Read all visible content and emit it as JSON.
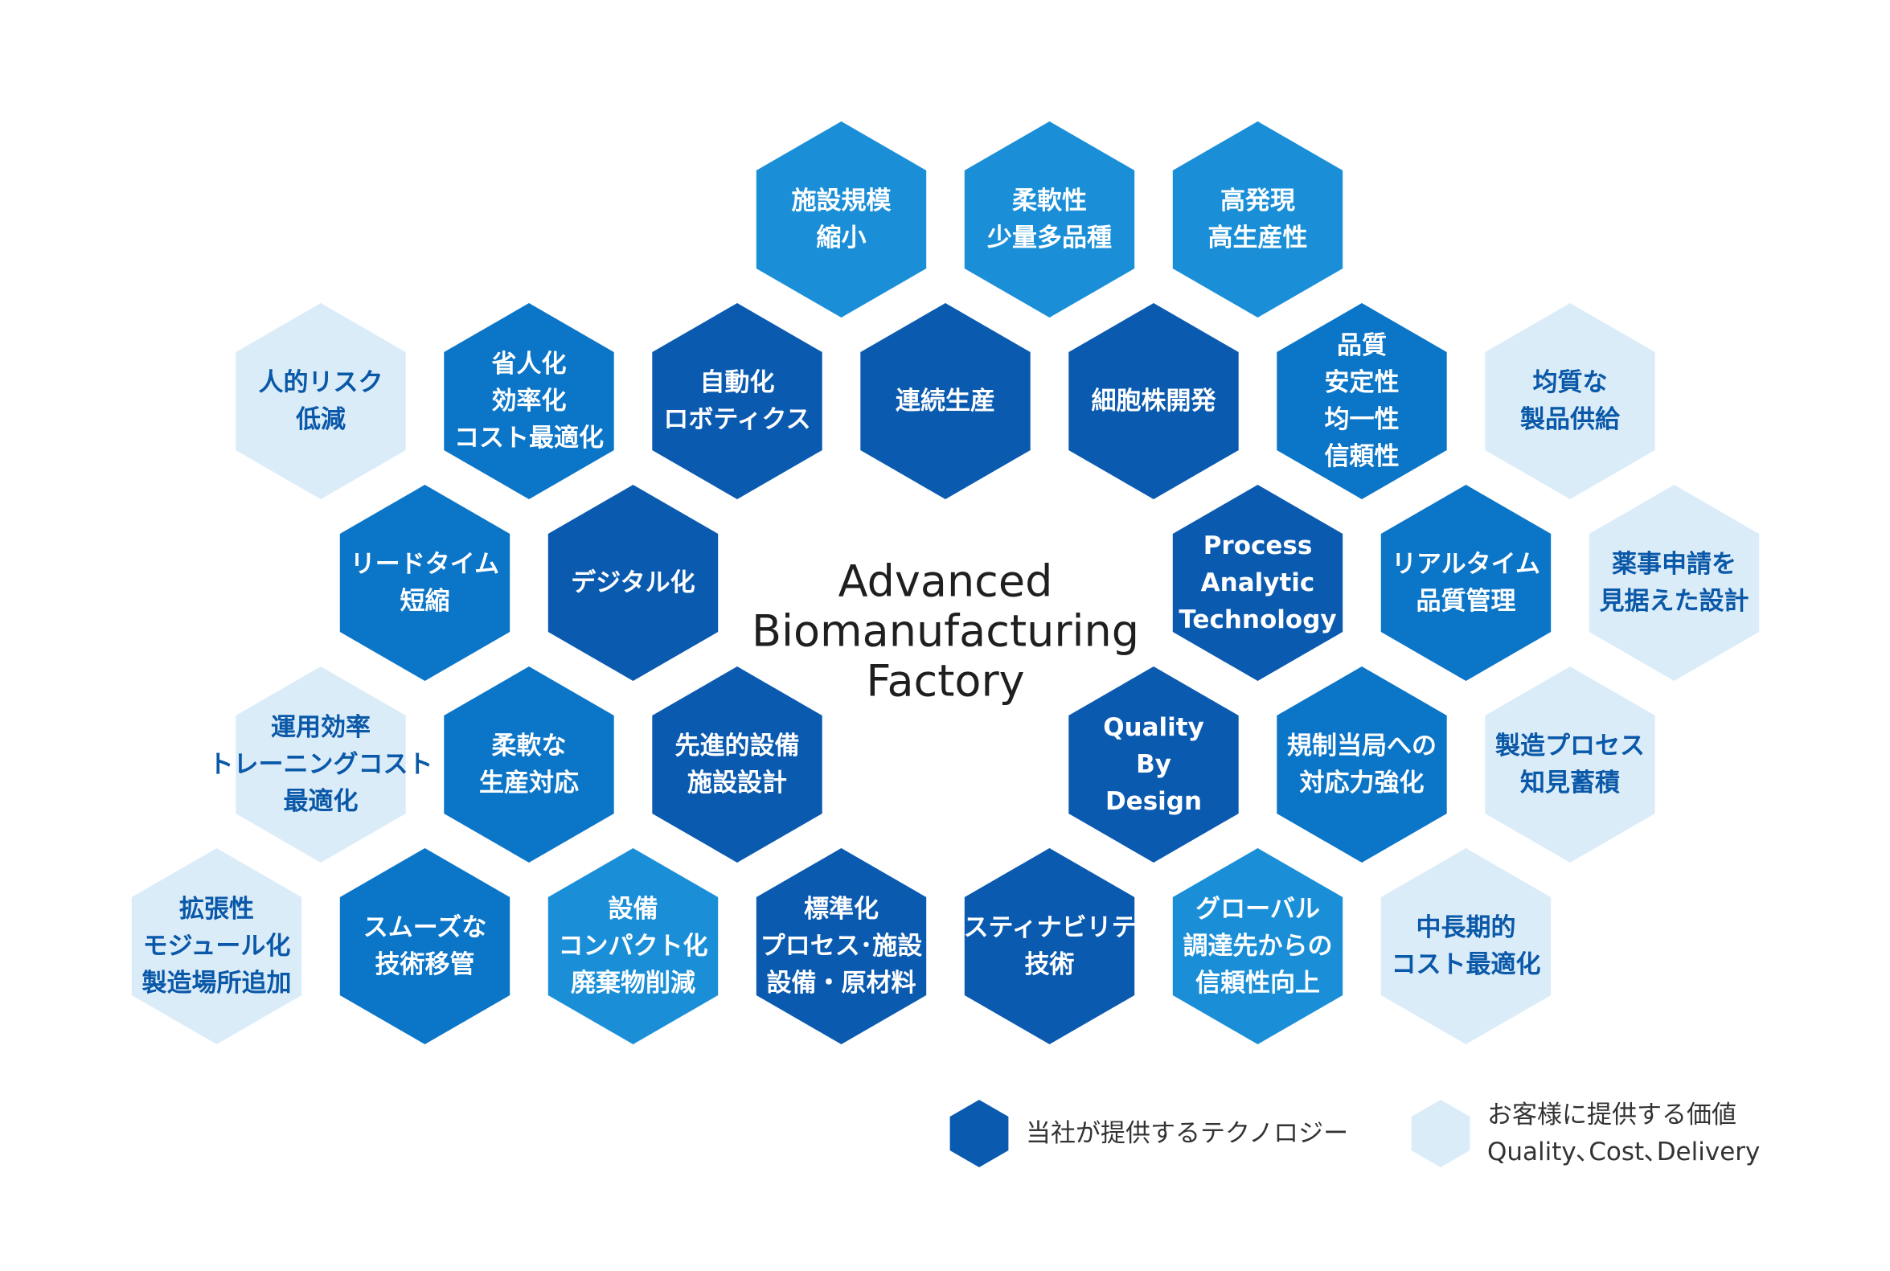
{
  "colors": {
    "tech": "#0a5ab0",
    "blue": "#0b75c8",
    "mid": "#1a8fd8",
    "light": "#dbecf9",
    "light_text": "#0a58a8",
    "white_text": "#ffffff"
  },
  "center": {
    "lines": [
      "Advanced",
      "Biomanufacturing",
      "Factory"
    ]
  },
  "hexagons": [
    {
      "id": "facility-scale",
      "col": 3.5,
      "row": 0,
      "tone": "mid",
      "lines": [
        "施設規模",
        "縮小"
      ]
    },
    {
      "id": "flexibility",
      "col": 4.5,
      "row": 0,
      "tone": "mid",
      "lines": [
        "柔軟性",
        "少量多品種"
      ]
    },
    {
      "id": "high-productivity",
      "col": 5.5,
      "row": 0,
      "tone": "mid",
      "lines": [
        "高発現",
        "高生産性"
      ]
    },
    {
      "id": "human-risk",
      "col": 1,
      "row": 1,
      "tone": "light",
      "lines": [
        "人的リスク",
        "低減"
      ]
    },
    {
      "id": "labor-saving",
      "col": 2,
      "row": 1,
      "tone": "blue",
      "lines": [
        "省人化",
        "効率化",
        "コスト最適化"
      ]
    },
    {
      "id": "automation",
      "col": 3,
      "row": 1,
      "tone": "tech",
      "lines": [
        "自動化",
        "ロボティクス"
      ]
    },
    {
      "id": "continuous-production",
      "col": 4,
      "row": 1,
      "tone": "tech",
      "lines": [
        "連続生産"
      ]
    },
    {
      "id": "cell-line",
      "col": 5,
      "row": 1,
      "tone": "tech",
      "lines": [
        "細胞株開発"
      ]
    },
    {
      "id": "quality-stability",
      "col": 6,
      "row": 1,
      "tone": "blue",
      "lines": [
        "品質",
        "安定性",
        "均一性",
        "信頼性"
      ]
    },
    {
      "id": "uniform-supply",
      "col": 7,
      "row": 1,
      "tone": "light",
      "lines": [
        "均質な",
        "製品供給"
      ]
    },
    {
      "id": "lead-time",
      "col": 1.5,
      "row": 2,
      "tone": "blue",
      "lines": [
        "リードタイム",
        "短縮"
      ]
    },
    {
      "id": "digitalization",
      "col": 2.5,
      "row": 2,
      "tone": "tech",
      "lines": [
        "デジタル化"
      ]
    },
    {
      "id": "pat",
      "col": 5.5,
      "row": 2,
      "tone": "tech",
      "lines": [
        "Process",
        "Analytic",
        "Technology"
      ]
    },
    {
      "id": "realtime-quality",
      "col": 6.5,
      "row": 2,
      "tone": "blue",
      "lines": [
        "リアルタイム",
        "品質管理"
      ]
    },
    {
      "id": "regulatory-design",
      "col": 7.5,
      "row": 2,
      "tone": "light",
      "lines": [
        "薬事申請を",
        "見据えた設計"
      ]
    },
    {
      "id": "operation-efficiency",
      "col": 1,
      "row": 3,
      "tone": "light",
      "lines": [
        "運用効率",
        "トレーニングコスト",
        "最適化"
      ]
    },
    {
      "id": "flexible-production",
      "col": 2,
      "row": 3,
      "tone": "blue",
      "lines": [
        "柔軟な",
        "生産対応"
      ]
    },
    {
      "id": "advanced-facility",
      "col": 3,
      "row": 3,
      "tone": "tech",
      "lines": [
        "先進的設備",
        "施設設計"
      ]
    },
    {
      "id": "qbd",
      "col": 5,
      "row": 3,
      "tone": "tech",
      "lines": [
        "Quality",
        "By",
        "Design"
      ]
    },
    {
      "id": "regulatory-response",
      "col": 6,
      "row": 3,
      "tone": "blue",
      "lines": [
        "規制当局への",
        "対応力強化"
      ]
    },
    {
      "id": "process-knowledge",
      "col": 7,
      "row": 3,
      "tone": "light",
      "lines": [
        "製造プロセス",
        "知見蓄積"
      ]
    },
    {
      "id": "scalability",
      "col": 0.5,
      "row": 4,
      "tone": "light",
      "lines": [
        "拡張性",
        "モジュール化",
        "製造場所追加"
      ]
    },
    {
      "id": "tech-transfer",
      "col": 1.5,
      "row": 4,
      "tone": "blue",
      "lines": [
        "スムーズな",
        "技術移管"
      ]
    },
    {
      "id": "compact-equipment",
      "col": 2.5,
      "row": 4,
      "tone": "mid",
      "lines": [
        "設備",
        "コンパクト化",
        "廃棄物削減"
      ]
    },
    {
      "id": "standardization",
      "col": 3.5,
      "row": 4,
      "tone": "tech",
      "lines": [
        "標準化",
        "プロセス･施設",
        "設備・原材料"
      ]
    },
    {
      "id": "sustainability",
      "col": 4.5,
      "row": 4,
      "tone": "tech",
      "lines": [
        "サスティナビリティ",
        "技術"
      ]
    },
    {
      "id": "global-procurement",
      "col": 5.5,
      "row": 4,
      "tone": "mid",
      "lines": [
        "グローバル",
        "調達先からの",
        "信頼性向上"
      ]
    },
    {
      "id": "long-term-cost",
      "col": 6.5,
      "row": 4,
      "tone": "light",
      "lines": [
        "中長期的",
        "コスト最適化"
      ]
    }
  ],
  "legend": [
    {
      "id": "legend-tech",
      "tone": "tech",
      "lines": [
        "当社が提供するテクノロジー"
      ]
    },
    {
      "id": "legend-value",
      "tone": "light",
      "lines": [
        "お客様に提供する価値",
        "Quality､Cost､Delivery"
      ]
    }
  ]
}
